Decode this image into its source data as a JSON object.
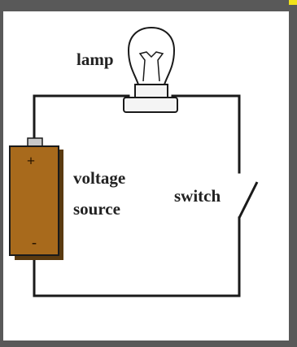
{
  "colors": {
    "frame": "#595959",
    "accent": "#f2e21a",
    "wire": "#1a1a1a",
    "battery_body": "#a86a1c",
    "battery_shadow": "#5a3a10",
    "battery_cap": "#c8c8c8",
    "bulb_glass": "#ffffff",
    "bulb_base": "#f4f4f4"
  },
  "labels": {
    "lamp": "lamp",
    "voltage_line1": "voltage",
    "voltage_line2": "source",
    "switch": "switch",
    "plus": "+",
    "minus": "-"
  },
  "components": [
    "lamp",
    "voltage-source",
    "switch",
    "wires"
  ],
  "icons": {
    "lamp": "light-bulb-icon",
    "source": "battery-icon",
    "switch": "open-switch-icon"
  }
}
